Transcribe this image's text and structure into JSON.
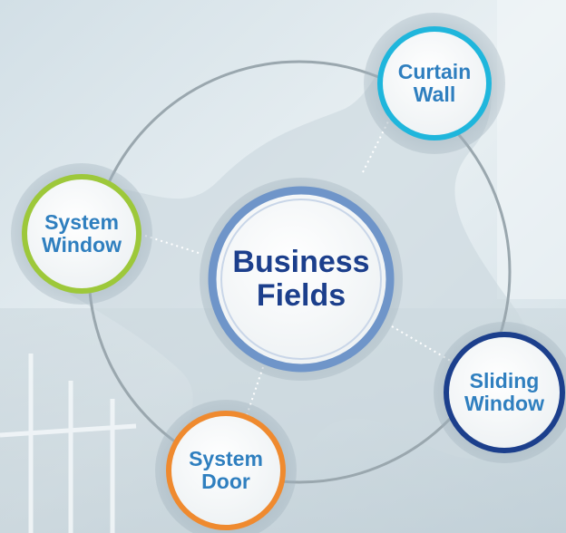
{
  "diagram": {
    "center": {
      "text": "Business\nFields",
      "ring_color": "#6f95c9",
      "text_color": "#1c3f8c"
    },
    "nodes": [
      {
        "id": "curtain-wall",
        "text": "Curtain\nWall",
        "ring_color": "#1fb6dc"
      },
      {
        "id": "system-window",
        "text": "System\nWindow",
        "ring_color": "#9dc83a"
      },
      {
        "id": "system-door",
        "text": "System\nDoor",
        "ring_color": "#ef8a2f"
      },
      {
        "id": "sliding-window",
        "text": "Sliding\nWindow",
        "ring_color": "#1c3f8c"
      }
    ],
    "node_text_color": "#2f7fbf"
  }
}
